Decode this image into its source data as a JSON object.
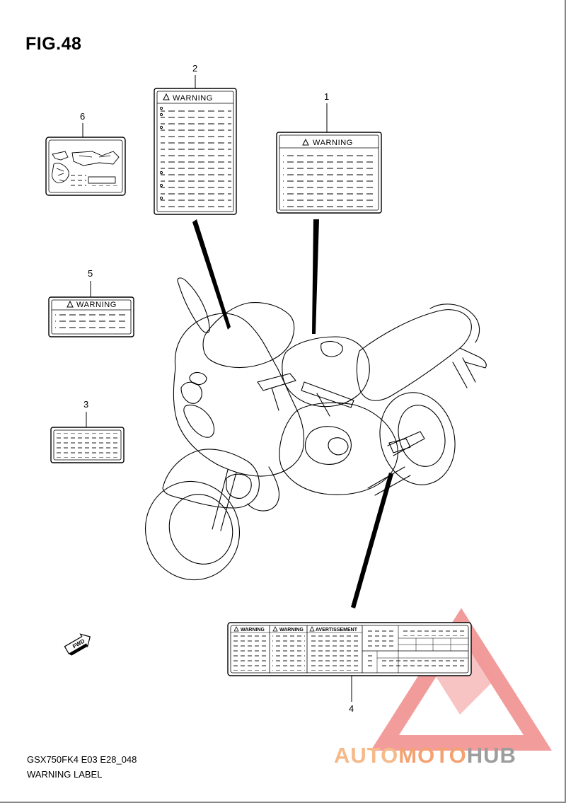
{
  "figure": {
    "title": "FIG.48",
    "model_code": "GSX750FK4 E03 E28_048",
    "caption": "WARNING LABEL"
  },
  "callouts": [
    "1",
    "2",
    "3",
    "4",
    "5",
    "6"
  ],
  "labels": {
    "label_1_title": "WARNING",
    "label_2_title": "WARNING",
    "label_5_title": "WARNING",
    "label_4_titles": [
      "WARNING",
      "WARNING",
      "AVERTISSEMENT"
    ]
  },
  "direction_marker": "FWD",
  "watermark": {
    "part_auto": "AUTO",
    "part_moto": "MOTO",
    "part_hub": "HUB"
  },
  "colors": {
    "line": "#000000",
    "watermark_red": "#e84a4a",
    "watermark_orange": "#f4a272",
    "watermark_gray": "#9d9d9d"
  }
}
